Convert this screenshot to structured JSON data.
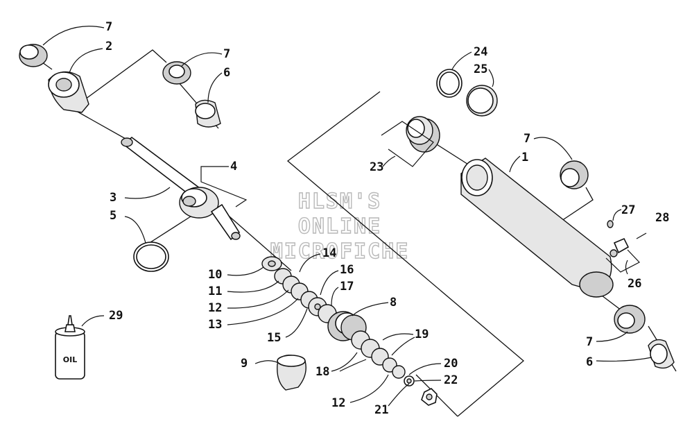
{
  "watermark": {
    "line1": "HLSM'S",
    "line2": "ONLINE",
    "line3": "MICROFICHE"
  },
  "bottle_label": "OIL",
  "callouts": {
    "c1": "1",
    "c2": "2",
    "c3": "3",
    "c4": "4",
    "c5": "5",
    "c6a": "6",
    "c6b": "6",
    "c7a": "7",
    "c7b": "7",
    "c7c": "7",
    "c7d": "7",
    "c8": "8",
    "c9": "9",
    "c10": "10",
    "c11": "11",
    "c12a": "12",
    "c12b": "12",
    "c13": "13",
    "c14": "14",
    "c15": "15",
    "c16": "16",
    "c17": "17",
    "c18": "18",
    "c19": "19",
    "c20": "20",
    "c21": "21",
    "c22": "22",
    "c23": "23",
    "c24": "24",
    "c25": "25",
    "c26": "26",
    "c27": "27",
    "c28": "28",
    "c29": "29"
  }
}
